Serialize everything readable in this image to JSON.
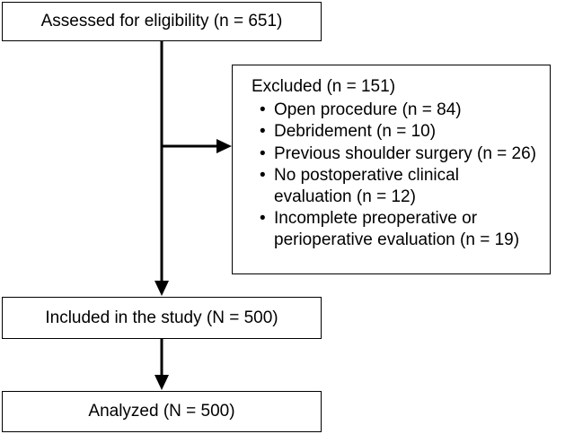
{
  "flow": {
    "assessed": "Assessed for eligibility (n = 651)",
    "excluded": {
      "title": "Excluded (n = 151)",
      "reasons": [
        "Open procedure (n = 84)",
        "Debridement (n = 10)",
        "Previous shoulder surgery (n = 26)",
        "No postoperative clinical\nevaluation (n = 12)",
        "Incomplete preoperative or\nperioperative evaluation (n = 19)"
      ]
    },
    "included": "Included in the study (N = 500)",
    "analyzed": "Analyzed (N = 500)"
  }
}
